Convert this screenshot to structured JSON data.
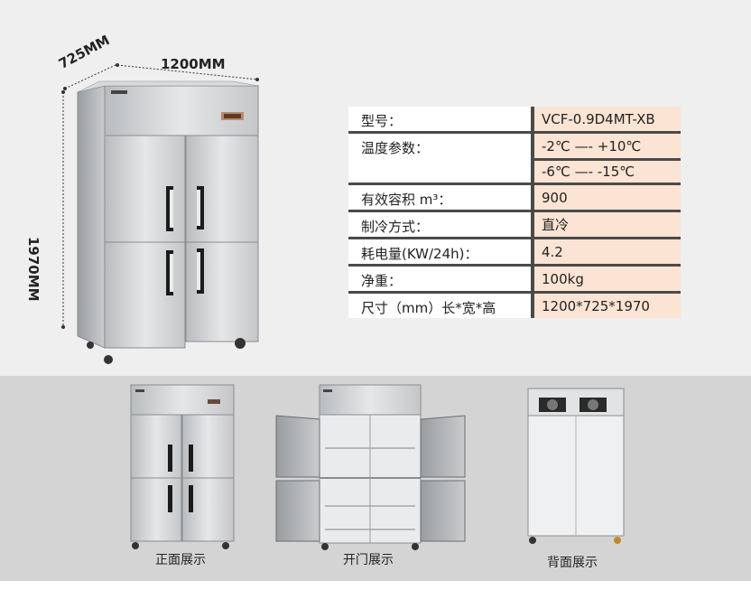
{
  "dimensions": {
    "width": "1200MM",
    "depth": "725MM",
    "height": "1970MM"
  },
  "specs": [
    {
      "label": "型号：",
      "values": [
        "VCF-0.9D4MT-XB"
      ]
    },
    {
      "label": "温度参数：",
      "values": [
        "-2℃ —-  +10℃",
        "-6℃ —-  -15℃"
      ]
    },
    {
      "label": "有效容积  m³：",
      "values": [
        "900"
      ]
    },
    {
      "label": "制冷方式：",
      "values": [
        "直冷"
      ]
    },
    {
      "label": "耗电量(KW/24h)：",
      "values": [
        " 4.2"
      ]
    },
    {
      "label": "净重：",
      "values": [
        "100kg"
      ]
    },
    {
      "label": "尺寸（mm）长*宽*高",
      "values": [
        "1200*725*1970"
      ]
    }
  ],
  "views": {
    "front": "正面展示",
    "open": "开门展示",
    "back": "背面展示"
  },
  "colors": {
    "value_cell_bg": "#fbe4d3",
    "divider": "#4a4a4a",
    "top_panel_bg": "#efefef",
    "bottom_panel_bg": "#d4d4d4"
  }
}
